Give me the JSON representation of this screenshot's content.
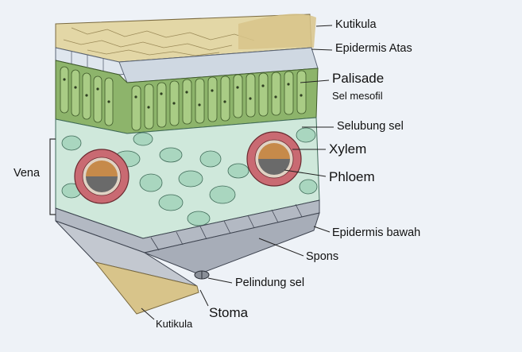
{
  "labels": {
    "kutikula_top": "Kutikula",
    "epidermis_atas": "Epidermis Atas",
    "palisade": "Palisade",
    "sel_mesofil": "Sel mesofil",
    "selubung_sel": "Selubung sel",
    "xylem": "Xylem",
    "phloem": "Phloem",
    "vena": "Vena",
    "epidermis_bawah": "Epidermis bawah",
    "spons": "Spons",
    "pelindung_sel": "Pelindung sel",
    "stoma": "Stoma",
    "kutikula_bottom": "Kutikula"
  },
  "colors": {
    "background": "#eef2f7",
    "cuticle": "#e9d9a8",
    "epidermis": "#dfe6ee",
    "palisade": "#8db46b",
    "spongy": "#b9dccb",
    "sheath": "#c96a72",
    "xylem": "#c68a4a",
    "phloem": "#6a6a6a",
    "lower_epidermis": "#b3b9c3"
  }
}
